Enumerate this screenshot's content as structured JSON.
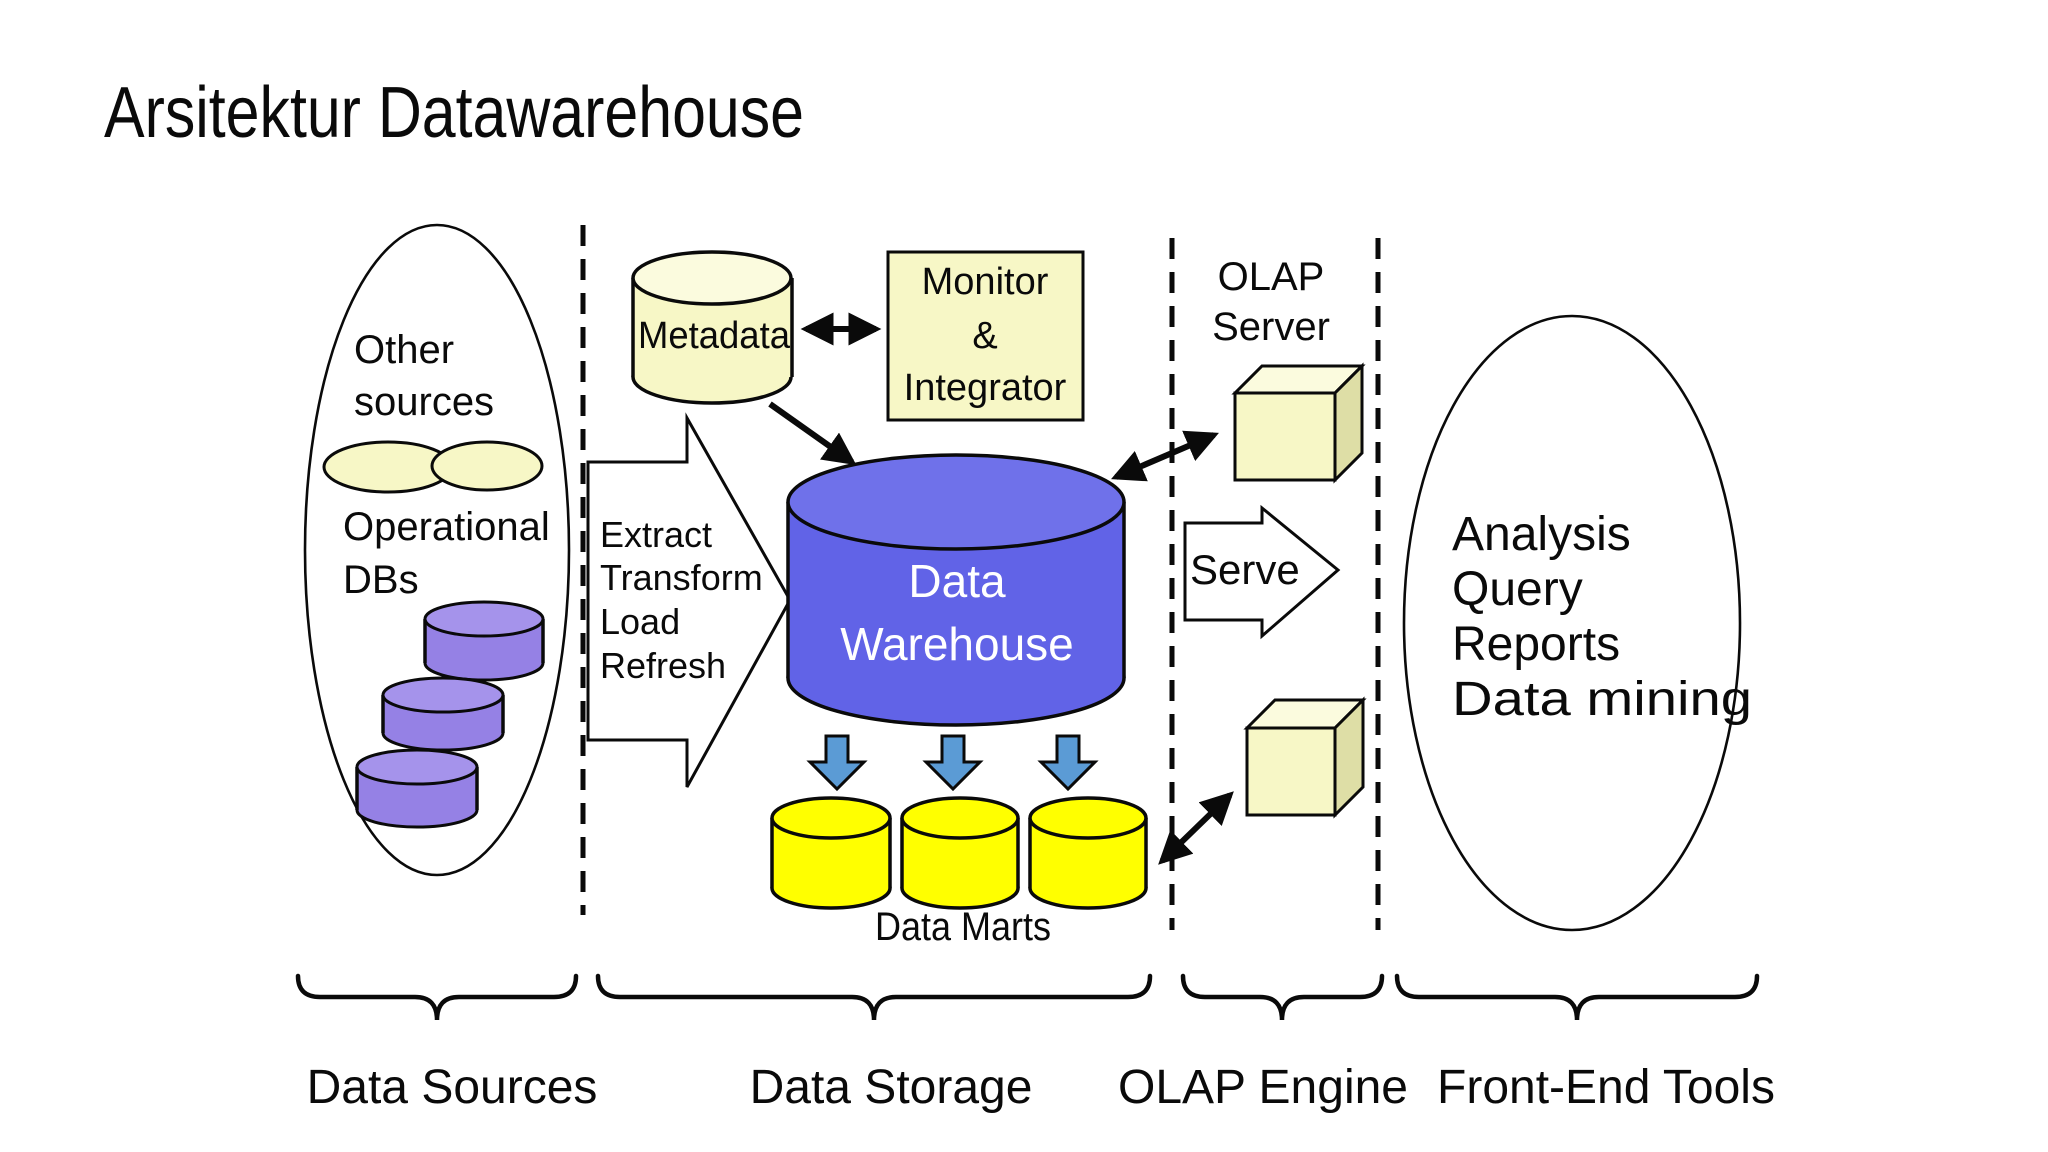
{
  "title": "Arsitektur Datawarehouse",
  "sections": {
    "data_sources": {
      "label": "Data Sources",
      "other_sources": [
        "Other",
        "sources"
      ],
      "operational_dbs": [
        "Operational",
        "DBs"
      ]
    },
    "data_storage": {
      "label": "Data Storage",
      "metadata": "Metadata",
      "monitor_integrator": [
        "Monitor",
        "&",
        "Integrator"
      ],
      "etl": [
        "Extract",
        "Transform",
        "Load",
        "Refresh"
      ],
      "warehouse": [
        "Data",
        "Warehouse"
      ],
      "data_marts": "Data Marts"
    },
    "olap_engine": {
      "label": "OLAP Engine",
      "server": [
        "OLAP",
        "Server"
      ],
      "serve": "Serve"
    },
    "front_end": {
      "label": "Front-End Tools",
      "tools": [
        "Analysis",
        "Query",
        "Reports",
        "Data mining"
      ]
    }
  },
  "colors": {
    "background": "#FFFFFF",
    "ink": "#0A0A0A",
    "pale_yellow": "#F7F7C6",
    "pale_yellow_top": "#FBFBDE",
    "pale_yellow_side": "#DEDEA6",
    "purple": "#9581E5",
    "purple_top": "#A593EB",
    "warehouse_blue": "#6163E7",
    "warehouse_blue_top": "#6F71EA",
    "mart_yellow": "#FFFF00",
    "arrow_blue": "#5B9BD5",
    "arrow_blue_border": "#16365C",
    "white": "#FFFFFF"
  }
}
